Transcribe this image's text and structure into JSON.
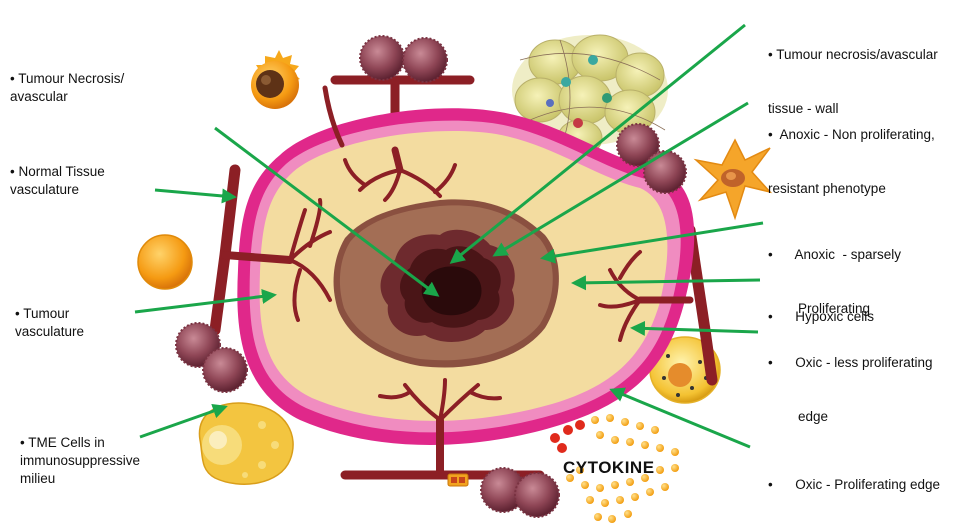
{
  "labels_left": [
    {
      "id": "tumour-necrosis-avascular",
      "lines": [
        "• Tumour Necrosis/",
        "avascular"
      ]
    },
    {
      "id": "normal-tissue-vasculature",
      "lines": [
        "• Normal Tissue",
        "vasculature"
      ]
    },
    {
      "id": "tumour-vasculature",
      "lines": [
        "• Tumour",
        "vasculature"
      ]
    },
    {
      "id": "tme-cells",
      "lines": [
        "• TME Cells in",
        "immunosuppressive",
        "milieu"
      ]
    }
  ],
  "labels_right": [
    {
      "id": "tumour-necrosis-wall",
      "lines": [
        "• Tumour necrosis/avascular",
        "tissue - wall"
      ]
    },
    {
      "id": "anoxic-non-proliferating",
      "lines": [
        "•  Anoxic - Non proliferating,",
        "resistant phenotype"
      ]
    },
    {
      "id": "anoxic-sparsely",
      "lines": [
        "•      Anoxic  - sparsely",
        "        Proliferating"
      ]
    },
    {
      "id": "hypoxic-cells",
      "lines": [
        "•      Hypoxic cells"
      ]
    },
    {
      "id": "oxic-less-proliferating",
      "lines": [
        "•      Oxic - less proliferating",
        "        edge"
      ]
    },
    {
      "id": "oxic-proliferating",
      "lines": [
        "•      Oxic - Proliferating edge"
      ]
    }
  ],
  "cytokine_label": "CYTOKINE",
  "colors": {
    "arrow": "#1aa64a",
    "outer_ring": "#e0288a",
    "inner_ring": "#f08cc0",
    "body": "#f3dca0",
    "anoxic": "#a36e55",
    "necrosis": "#5a1f1f",
    "vessel": "#8c1f25"
  }
}
